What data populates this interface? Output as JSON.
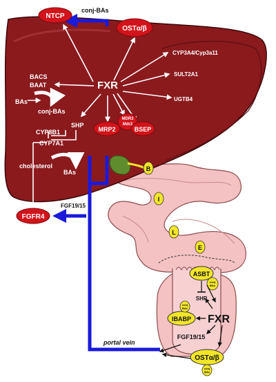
{
  "labels": {
    "ntcp": "NTCP",
    "conj_bas_top": "conj-BAs",
    "ost_liver": "OSTα/β",
    "cyp3a4": "CYP3A4/Cyp3a11",
    "sult2a1": "SULT2A1",
    "ugtb4": "UGTB4",
    "fxr_liver": "FXR",
    "bacs": "BACS",
    "baat": "BAAT",
    "bas_left": "BAs",
    "conj_bas_mid": "conj-BAs",
    "shp_liver": "SHP",
    "cyp8b1": "CYP8B1",
    "cyp7a1": "CYP7A1",
    "cholesterol": "cholesterol",
    "bas_bottom": "BAs",
    "mdr3": "MDR3",
    "mdr2": "Mdr2",
    "mrp2": "MRP2",
    "bsep": "BSEP",
    "fgfr4": "FGFR4",
    "fgf19_liver": "FGF19/15",
    "gut_b": "B",
    "gut_i": "I",
    "gut_l": "L",
    "gut_e": "E",
    "asbt": "ASBT",
    "conj_bas_asbt_1": "conj",
    "conj_bas_asbt_2": "BAs",
    "shp_gut": "SHP",
    "ibabp": "IBABP",
    "conj_bas_ibabp_1": "conj",
    "conj_bas_ibabp_2": "BAs",
    "fxr_gut": "FXR",
    "fgf19_gut": "FGF19/15",
    "ost_gut": "OSTα/β",
    "conj_bas_ost_1": "conj",
    "conj_bas_ost_2": "BAs",
    "portal_vein": "portal vein"
  },
  "colors": {
    "liver": "#8b1a1d",
    "liver_dark": "#5a0f12",
    "transporter_red": "#d3131b",
    "portal_blue": "#1a1adb",
    "intestine": "#f4c2c3",
    "intestine_line": "#c98a8c",
    "yellow": "#f2e52a",
    "gallbladder": "#5f8c2c"
  }
}
